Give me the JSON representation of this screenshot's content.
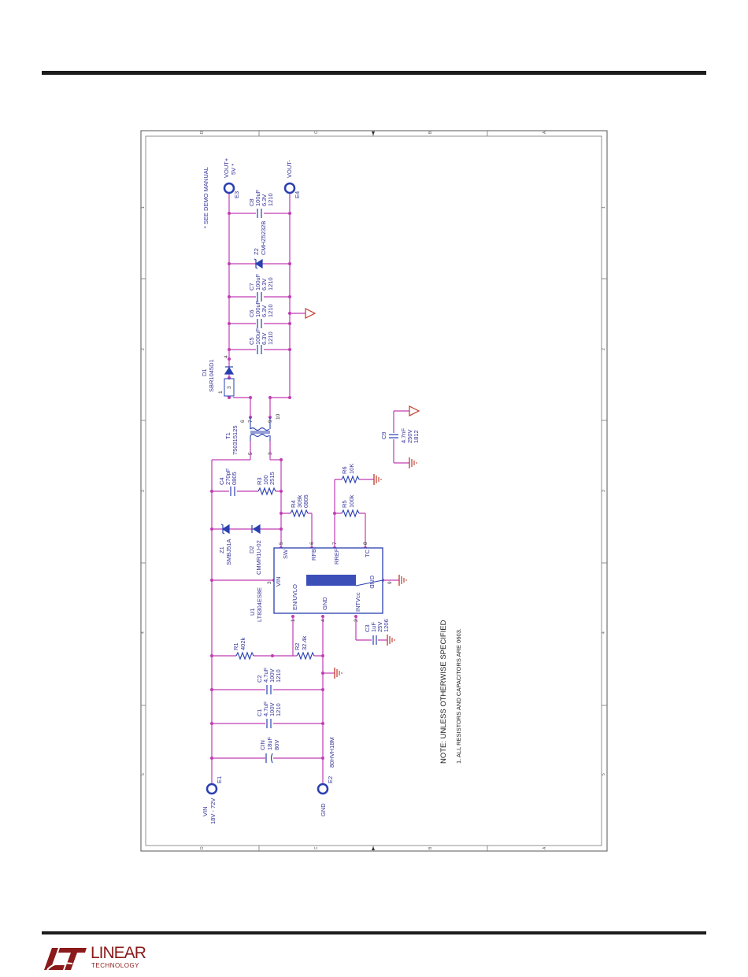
{
  "labels": {
    "vin": "VIN",
    "vin_range": "18V - 72V",
    "gnd": "GND",
    "vout_p": "VOUT+",
    "vout_v": "5V *",
    "vout_n": "VOUT-",
    "demo": "* SEE DEMO MANUAL",
    "e1": "E1",
    "e2": "E2",
    "e3": "E3",
    "e4": "E4",
    "cin_ref": "CIN",
    "cin_val": "18uF",
    "cin_v": "80V",
    "cin_pn": "80HVH18M",
    "c1_ref": "C1",
    "c1_val": "4.7uF",
    "c1_v": "100V",
    "c1_pkg": "1210",
    "c2_ref": "C2",
    "c2_val": "4.7uF",
    "c2_v": "100V",
    "c2_pkg": "1210",
    "r1_ref": "R1",
    "r1_val": "402k",
    "r2_ref": "R2",
    "r2_val": "32.4k",
    "z1_ref": "Z1",
    "z1_pn": "SMBJ51A",
    "d2_ref": "D2",
    "d2_pn": "CMMR1U-02",
    "c4_ref": "C4",
    "c4_val": "270pF",
    "c4_pkg": "0805",
    "r3_ref": "R3",
    "r3_val": "100",
    "r3_pkg": "2515",
    "r4_ref": "R4",
    "r4_val": "309k",
    "r4_pkg": "0805",
    "r5_ref": "R5",
    "r5_val": "100k",
    "r6_ref": "R6",
    "r6_val": "10K",
    "c3_ref": "C3",
    "c3_val": "1uF",
    "c3_v": "25V",
    "c3_pkg": "1206",
    "c9_ref": "C9",
    "c9_val": "4.7nF",
    "c9_v": "250V",
    "c9_pkg": "1812",
    "t1_ref": "T1",
    "t1_pn": "750315125",
    "d1_ref": "D1",
    "d1_pn": "SBR1045D1",
    "c5_ref": "C5",
    "c5_val": "100uF",
    "c5_v": "6.3V",
    "c5_pkg": "1210",
    "c6_ref": "C6",
    "c6_val": "100uF",
    "c6_v": "6.3V",
    "c6_pkg": "1210",
    "c7_ref": "C7",
    "c7_val": "100uF",
    "c7_v": "6.3V",
    "c7_pkg": "1210",
    "c8_ref": "C8",
    "c8_val": "100uF",
    "c8_v": "6.3V",
    "c8_pkg": "1210",
    "z2_ref": "Z2",
    "z2_pn": "CMHZ5232B",
    "u1_ref": "U1",
    "u1_pn": "LT8304ES8E",
    "pin_vin": "VIN",
    "pin_en": "EN/UVLO",
    "pin_gnd": "GND",
    "pin_intvcc": "INTVcc",
    "pin_sw": "SW",
    "pin_rfb": "RFB",
    "pin_rref": "RREF",
    "pin_tc": "TC",
    "pin_gnd2": "GND",
    "pn1": "1",
    "pn2": "2",
    "pn3": "3",
    "pn4": "4",
    "pn5": "5",
    "pn6": "6",
    "pn7": "7",
    "pn8": "8",
    "pn9": "9",
    "t_p3": "3",
    "t_p5": "5",
    "t_p6": "6",
    "t_p7": "7",
    "t_p9": "9",
    "t_p10": "10",
    "d1_p1": "1",
    "d1_p3": "3",
    "d1_p4": "4",
    "note_title": "NOTE: UNLESS OTHERWISE SPECIFIED",
    "note_1": "1.  ALL RESISTORS AND CAPACITORS ARE 0603.",
    "frame_a": "A",
    "frame_b": "B",
    "frame_c": "C",
    "frame_d": "D",
    "frame_1": "1",
    "frame_2": "2",
    "frame_3": "3",
    "frame_4": "4",
    "frame_5": "5"
  },
  "logo": {
    "line1": "LINEAR",
    "line2": "TECHNOLOGY"
  },
  "colors": {
    "wire": "#c03cb4",
    "text": "#333399",
    "ground": "#c0392b",
    "terminal": "#2a3fb0",
    "chip_fill": "#3c4fb8"
  }
}
